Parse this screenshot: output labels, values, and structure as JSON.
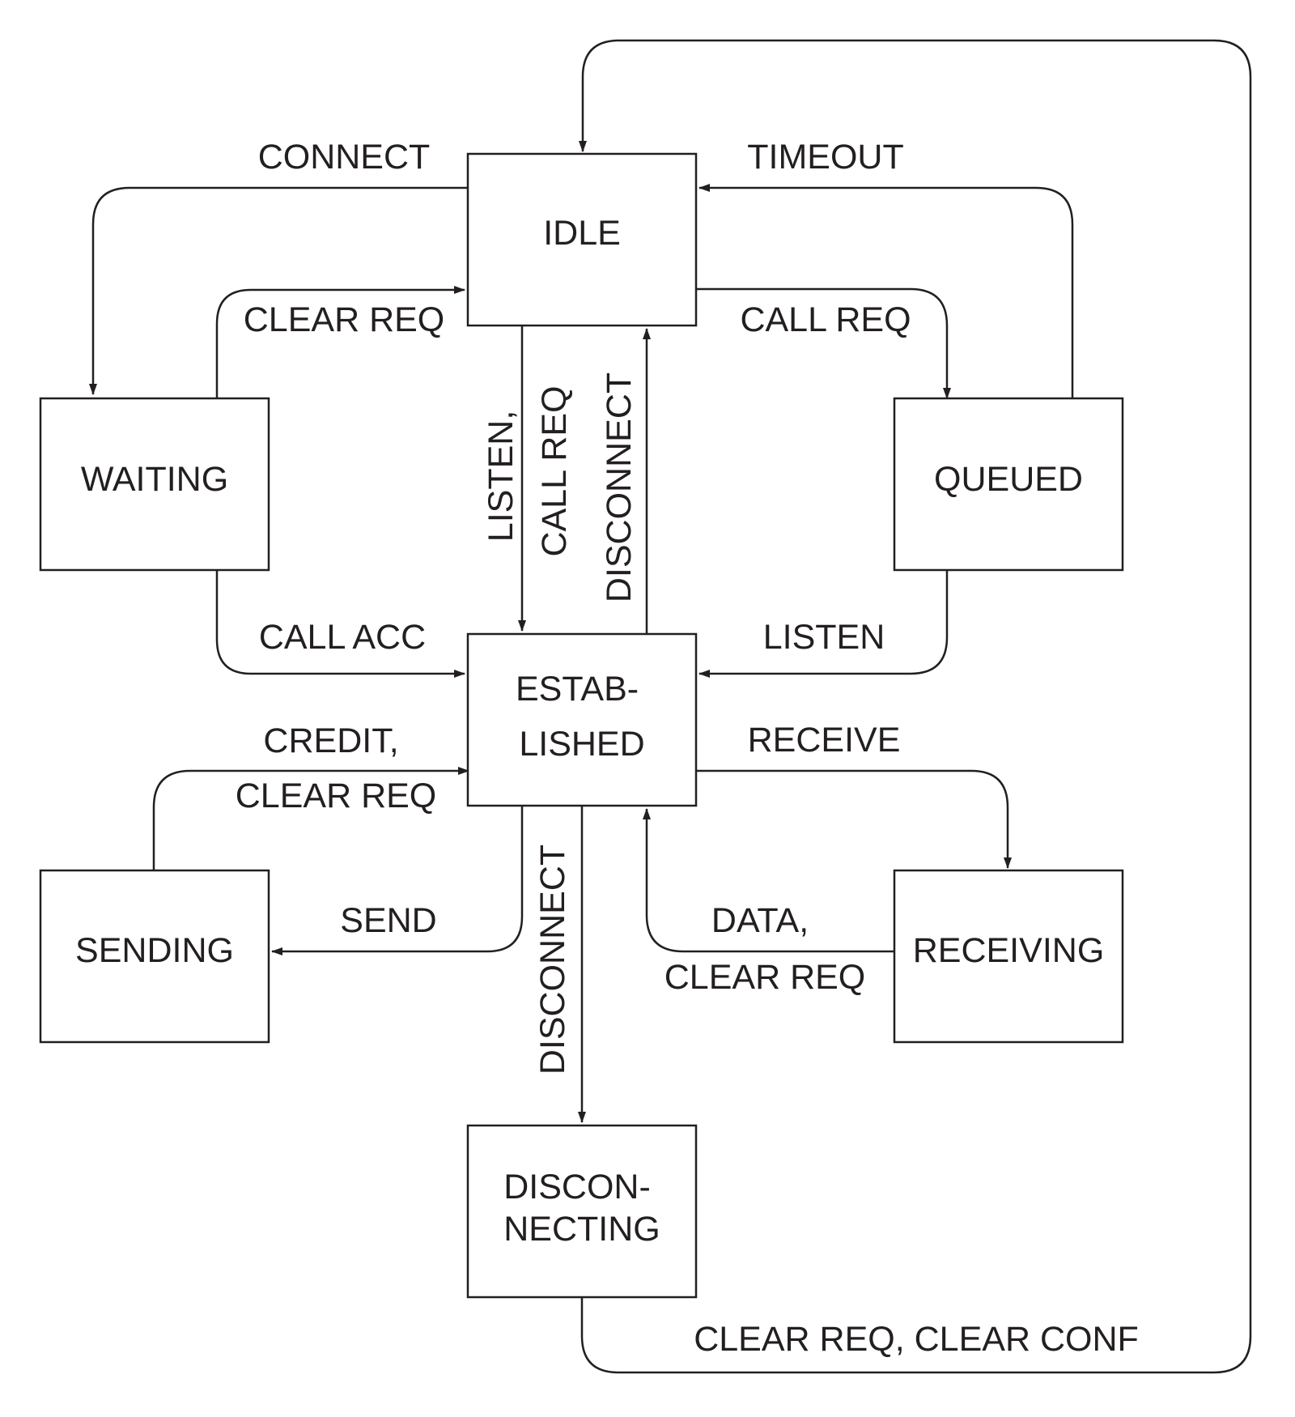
{
  "states": {
    "idle": [
      "IDLE"
    ],
    "waiting": [
      "WAITING"
    ],
    "queued": [
      "QUEUED"
    ],
    "established": [
      "ESTAB-",
      "LISHED"
    ],
    "sending": [
      "SENDING"
    ],
    "receiving": [
      "RECEIVING"
    ],
    "disconnecting": [
      "DISCON-",
      "NECTING"
    ]
  },
  "transitions": {
    "idle_to_waiting": [
      "CONNECT"
    ],
    "waiting_to_idle": [
      "CLEAR REQ"
    ],
    "idle_to_queued": [
      "CALL REQ"
    ],
    "queued_to_idle": [
      "TIMEOUT"
    ],
    "idle_to_established": [
      "LISTEN,",
      "CALL REQ"
    ],
    "established_to_idle": [
      "DISCONNECT"
    ],
    "waiting_to_established": [
      "CALL ACC"
    ],
    "queued_to_established": [
      "LISTEN"
    ],
    "sending_to_established": [
      "CREDIT,",
      "CLEAR REQ"
    ],
    "established_to_sending": [
      "SEND"
    ],
    "established_to_receiving": [
      "RECEIVE"
    ],
    "receiving_to_established": [
      "DATA,",
      "CLEAR REQ"
    ],
    "established_to_disconnecting": [
      "DISCONNECT"
    ],
    "disconnecting_to_idle": [
      "CLEAR REQ, CLEAR CONF"
    ]
  }
}
